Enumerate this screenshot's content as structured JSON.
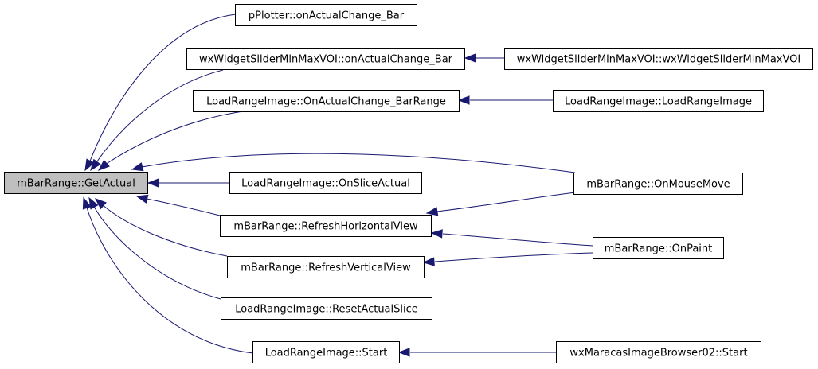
{
  "graph": {
    "root": "mBarRange::GetActual",
    "nodes": {
      "root": "mBarRange::GetActual",
      "pplotter": "pPlotter::onActualChange_Bar",
      "wxslider_change": "wxWidgetSliderMinMaxVOI::onActualChange_Bar",
      "wxslider_ctor": "wxWidgetSliderMinMaxVOI::wxWidgetSliderMinMaxVOI",
      "lri_change_range": "LoadRangeImage::OnActualChange_BarRange",
      "lri_ctor": "LoadRangeImage::LoadRangeImage",
      "mouse_move": "mBarRange::OnMouseMove",
      "lri_slice_actual": "LoadRangeImage::OnSliceActual",
      "refresh_h": "mBarRange::RefreshHorizontalView",
      "on_paint": "mBarRange::OnPaint",
      "refresh_v": "mBarRange::RefreshVerticalView",
      "lri_reset": "LoadRangeImage::ResetActualSlice",
      "lri_start": "LoadRangeImage::Start",
      "wxmaracas_start": "wxMaracasImageBrowser02::Start"
    },
    "edges": [
      {
        "from": "pplotter",
        "to": "root"
      },
      {
        "from": "wxslider_change",
        "to": "root"
      },
      {
        "from": "wxslider_ctor",
        "to": "wxslider_change"
      },
      {
        "from": "lri_change_range",
        "to": "root"
      },
      {
        "from": "lri_ctor",
        "to": "lri_change_range"
      },
      {
        "from": "mouse_move",
        "to": "root"
      },
      {
        "from": "lri_slice_actual",
        "to": "root"
      },
      {
        "from": "refresh_h",
        "to": "root"
      },
      {
        "from": "mouse_move",
        "to": "refresh_h"
      },
      {
        "from": "on_paint",
        "to": "refresh_h"
      },
      {
        "from": "refresh_v",
        "to": "root"
      },
      {
        "from": "on_paint",
        "to": "refresh_v"
      },
      {
        "from": "lri_reset",
        "to": "root"
      },
      {
        "from": "lri_start",
        "to": "root"
      },
      {
        "from": "wxmaracas_start",
        "to": "lri_start"
      }
    ],
    "colors": {
      "edge": "#191970",
      "root_fill": "#bfbfbf",
      "node_fill": "#ffffff",
      "border": "#000000"
    }
  }
}
